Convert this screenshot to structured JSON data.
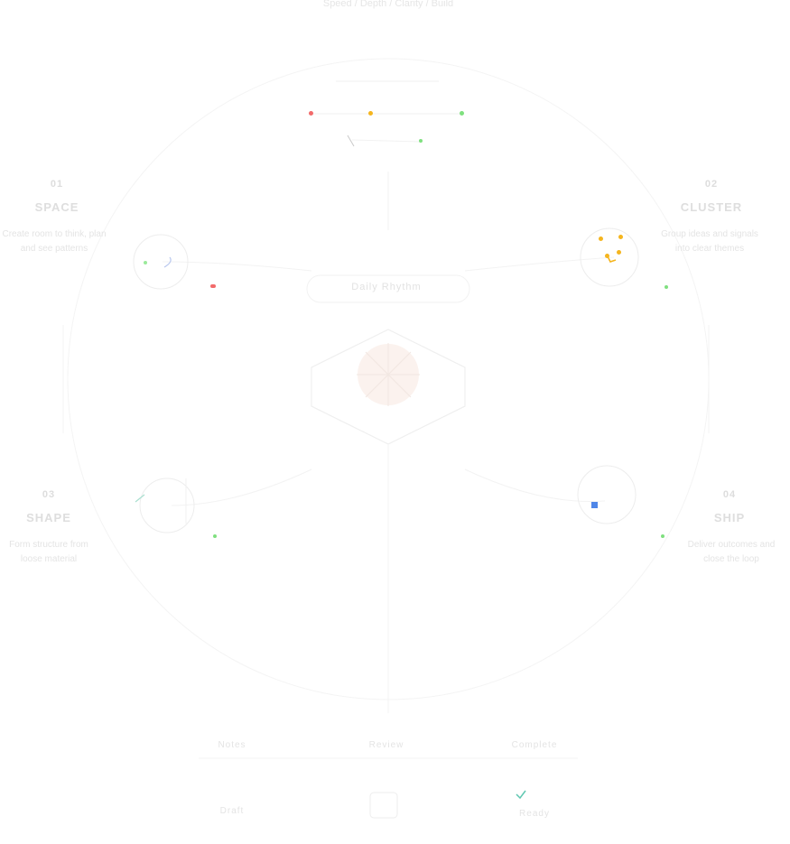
{
  "top_caption": "Speed / Depth / Clarity / Build",
  "center_label": "Daily Rhythm",
  "stages": [
    {
      "num": "01",
      "title": "SPACE",
      "desc_line1": "Create room to think, plan",
      "desc_line2": "and see patterns"
    },
    {
      "num": "02",
      "title": "CLUSTER",
      "desc_line1": "Group ideas and signals",
      "desc_line2": "into clear themes"
    },
    {
      "num": "03",
      "title": "SHAPE",
      "desc_line1": "Form structure from",
      "desc_line2": "loose material"
    },
    {
      "num": "04",
      "title": "SHIP",
      "desc_line1": "Deliver outcomes and",
      "desc_line2": "close the loop"
    }
  ],
  "footer": {
    "left_label": "Notes",
    "center_label": "Review",
    "right_label": "Complete",
    "left_sub": "Draft",
    "right_sub": "Ready"
  },
  "colors": {
    "red": "#f26b6b",
    "orange": "#f5b51e",
    "green": "#7fe07f",
    "blue": "#4f86e8",
    "teal": "#5fc7b1",
    "line": "#efefef"
  },
  "icons": [
    "diamond-icon",
    "check-icon",
    "spark-icon",
    "node-dot-icon"
  ]
}
